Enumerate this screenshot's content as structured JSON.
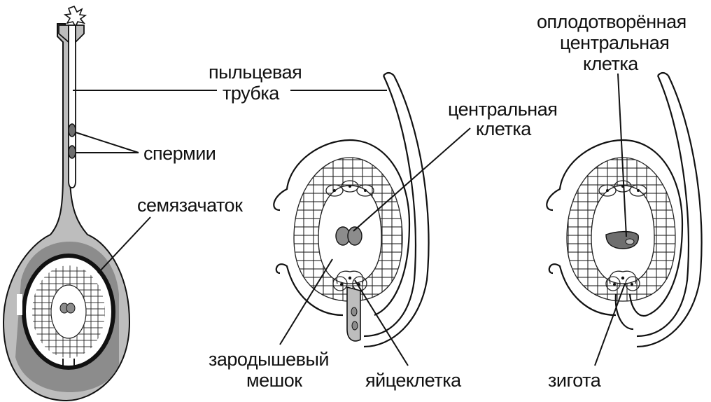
{
  "labels": {
    "pollen_tube_line1": "пыльцевая",
    "pollen_tube_line2": "трубка",
    "sperm": "спермии",
    "ovule": "семязачаток",
    "central_cell_line1": "центральная",
    "central_cell_line2": "клетка",
    "fertilized_line1": "оплодотворённая",
    "fertilized_line2": "центральная",
    "fertilized_line3": "клетка",
    "embryo_sac_line1": "зародышевый",
    "embryo_sac_line2": "мешок",
    "egg_cell": "яйцеклетка",
    "zygote": "зигота"
  },
  "colors": {
    "ink": "#111111",
    "fill_light": "#bdbdbd",
    "fill_mid": "#8c8c8c",
    "fill_dark": "#6e6e6e",
    "background": "#ffffff"
  }
}
